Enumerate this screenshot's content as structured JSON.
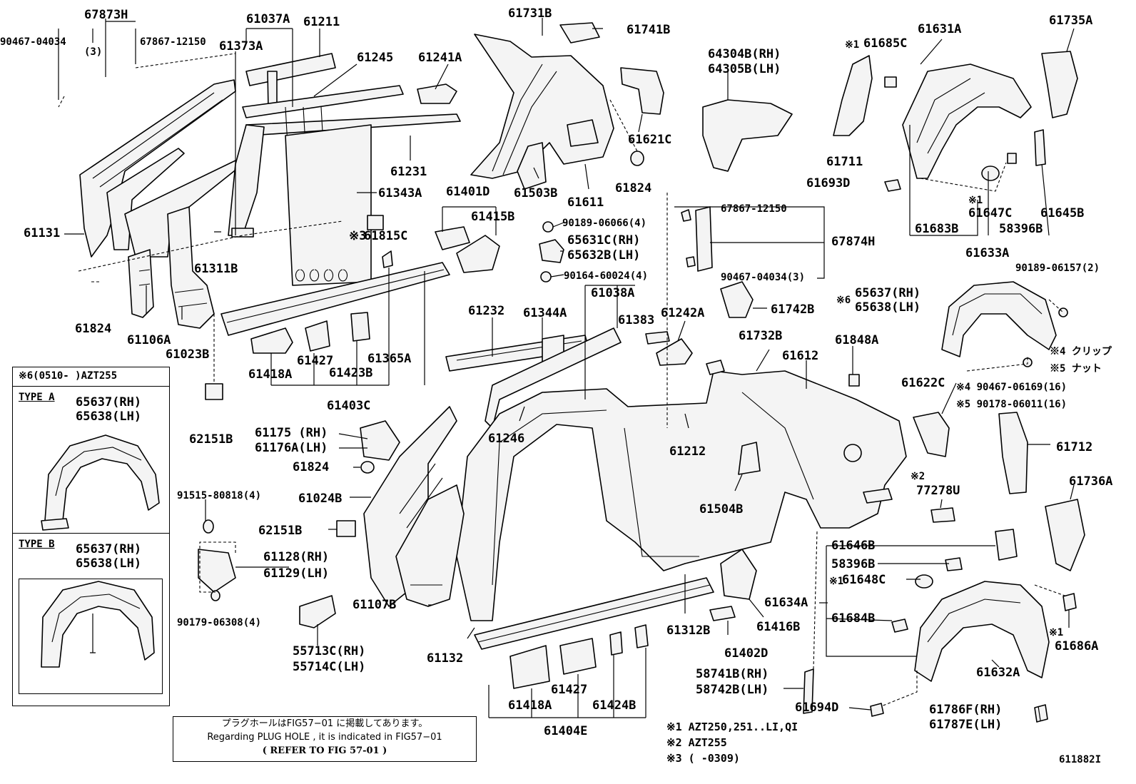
{
  "labels": [
    {
      "id": "l1",
      "text": "67873H"
    },
    {
      "id": "l2",
      "text": "90467-04034"
    },
    {
      "id": "l3",
      "text": "(3)"
    },
    {
      "id": "l4",
      "text": "67867-12150"
    },
    {
      "id": "l5",
      "text": "61037A"
    },
    {
      "id": "l6",
      "text": "61211"
    },
    {
      "id": "l7",
      "text": "61373A"
    },
    {
      "id": "l8",
      "text": "61245"
    },
    {
      "id": "l9",
      "text": "61241A"
    },
    {
      "id": "l10",
      "text": "61731B"
    },
    {
      "id": "l11",
      "text": "61741B"
    },
    {
      "id": "l12",
      "text": "64304B(RH)"
    },
    {
      "id": "l13",
      "text": "64305B(LH)"
    },
    {
      "id": "l14",
      "text": "※1"
    },
    {
      "id": "l15",
      "text": "61685C"
    },
    {
      "id": "l16",
      "text": "61631A"
    },
    {
      "id": "l17",
      "text": "61735A"
    },
    {
      "id": "l18",
      "text": "61231"
    },
    {
      "id": "l19",
      "text": "61503B"
    },
    {
      "id": "l20",
      "text": "61611"
    },
    {
      "id": "l21",
      "text": "61621C"
    },
    {
      "id": "l22",
      "text": "61824"
    },
    {
      "id": "l23",
      "text": "61711"
    },
    {
      "id": "l24",
      "text": "61693D"
    },
    {
      "id": "l25",
      "text": "61343A"
    },
    {
      "id": "l26",
      "text": "61401D"
    },
    {
      "id": "l27",
      "text": "61415B"
    },
    {
      "id": "l28",
      "text": "90189-06066(4)"
    },
    {
      "id": "l29",
      "text": "65631C(RH)"
    },
    {
      "id": "l30",
      "text": "65632B(LH)"
    },
    {
      "id": "l31",
      "text": "90164-60024(4)"
    },
    {
      "id": "l32",
      "text": "67867-12150"
    },
    {
      "id": "l33",
      "text": "67874H"
    },
    {
      "id": "l34",
      "text": "90467-04034(3)"
    },
    {
      "id": "l35",
      "text": "※1"
    },
    {
      "id": "l36",
      "text": "61647C"
    },
    {
      "id": "l37",
      "text": "61645B"
    },
    {
      "id": "l38",
      "text": "61683B"
    },
    {
      "id": "l39",
      "text": "58396B"
    },
    {
      "id": "l40",
      "text": "61633A"
    },
    {
      "id": "l41",
      "text": "61131"
    },
    {
      "id": "l42",
      "text": "61311B"
    },
    {
      "id": "l43",
      "text": "※3"
    },
    {
      "id": "l44",
      "text": "61815C"
    },
    {
      "id": "l45",
      "text": "90189-06157(2)"
    },
    {
      "id": "l46",
      "text": "61824"
    },
    {
      "id": "l47",
      "text": "61106A"
    },
    {
      "id": "l48",
      "text": "61023B"
    },
    {
      "id": "l49",
      "text": "61418A"
    },
    {
      "id": "l50",
      "text": "61427"
    },
    {
      "id": "l51",
      "text": "61423B"
    },
    {
      "id": "l52",
      "text": "61365A"
    },
    {
      "id": "l53",
      "text": "61403C"
    },
    {
      "id": "l54",
      "text": "61232"
    },
    {
      "id": "l55",
      "text": "61344A"
    },
    {
      "id": "l56",
      "text": "61038A"
    },
    {
      "id": "l57",
      "text": "61383"
    },
    {
      "id": "l58",
      "text": "61242A"
    },
    {
      "id": "l59",
      "text": "61742B"
    },
    {
      "id": "l60",
      "text": "※6"
    },
    {
      "id": "l61",
      "text": "65637(RH)"
    },
    {
      "id": "l62",
      "text": "65638(LH)"
    },
    {
      "id": "l63",
      "text": "61732B"
    },
    {
      "id": "l64",
      "text": "61612"
    },
    {
      "id": "l65",
      "text": "61848A"
    },
    {
      "id": "l66",
      "text": "※4 クリップ"
    },
    {
      "id": "l67",
      "text": "※5 ナット"
    },
    {
      "id": "l68",
      "text": "61622C"
    },
    {
      "id": "l69",
      "text": "※4 90467-06169(16)"
    },
    {
      "id": "l70",
      "text": "※5 90178-06011(16)"
    },
    {
      "id": "l71",
      "text": "62151B"
    },
    {
      "id": "l72",
      "text": "61175 (RH)"
    },
    {
      "id": "l73",
      "text": "61176A(LH)"
    },
    {
      "id": "l74",
      "text": "61246"
    },
    {
      "id": "l75",
      "text": "61212"
    },
    {
      "id": "l76",
      "text": "61712"
    },
    {
      "id": "l77",
      "text": "61824"
    },
    {
      "id": "l78",
      "text": "61024B"
    },
    {
      "id": "l79",
      "text": "91515-80818(4)"
    },
    {
      "id": "l80",
      "text": "62151B"
    },
    {
      "id": "l81",
      "text": "61504B"
    },
    {
      "id": "l82",
      "text": "※2"
    },
    {
      "id": "l83",
      "text": "77278U"
    },
    {
      "id": "l84",
      "text": "61736A"
    },
    {
      "id": "l85",
      "text": "61128(RH)"
    },
    {
      "id": "l86",
      "text": "61129(LH)"
    },
    {
      "id": "l87",
      "text": "61646B"
    },
    {
      "id": "l88",
      "text": "58396B"
    },
    {
      "id": "l89",
      "text": "※1"
    },
    {
      "id": "l90",
      "text": "61648C"
    },
    {
      "id": "l91",
      "text": "61107B"
    },
    {
      "id": "l92",
      "text": "61634A"
    },
    {
      "id": "l93",
      "text": "90179-06308(4)"
    },
    {
      "id": "l94",
      "text": "61312B"
    },
    {
      "id": "l95",
      "text": "61416B"
    },
    {
      "id": "l96",
      "text": "61684B"
    },
    {
      "id": "l97",
      "text": "61132"
    },
    {
      "id": "l98",
      "text": "61402D"
    },
    {
      "id": "l99",
      "text": "※1"
    },
    {
      "id": "l100",
      "text": "61686A"
    },
    {
      "id": "l101",
      "text": "55713C(RH)"
    },
    {
      "id": "l102",
      "text": "55714C(LH)"
    },
    {
      "id": "l103",
      "text": "61427"
    },
    {
      "id": "l104",
      "text": "58741B(RH)"
    },
    {
      "id": "l105",
      "text": "58742B(LH)"
    },
    {
      "id": "l106",
      "text": "61632A"
    },
    {
      "id": "l107",
      "text": "61418A"
    },
    {
      "id": "l108",
      "text": "61424B"
    },
    {
      "id": "l109",
      "text": "61694D"
    },
    {
      "id": "l110",
      "text": "61786F(RH)"
    },
    {
      "id": "l111",
      "text": "61787E(LH)"
    },
    {
      "id": "l112",
      "text": "61404E"
    }
  ],
  "inset": {
    "title": "※6(0510-      )AZT255",
    "type_a": {
      "label": "TYPE A",
      "rh": "65637(RH)",
      "lh": "65638(LH)"
    },
    "type_b": {
      "label": "TYPE B",
      "rh": "65637(RH)",
      "lh": "65638(LH)"
    }
  },
  "note": {
    "line1": "プラグホールはFIG57−01 に掲載してあります。",
    "line2": "Regarding PLUG HOLE , it is indicated in FIG57−01",
    "line3": "(    REFER TO FIG 57-01    )"
  },
  "footnotes": {
    "n1": "※1 AZT250,251..LI,QI",
    "n2": "※2 AZT255",
    "n3": "※3 (     -0309)"
  },
  "figure_id": "611882I"
}
